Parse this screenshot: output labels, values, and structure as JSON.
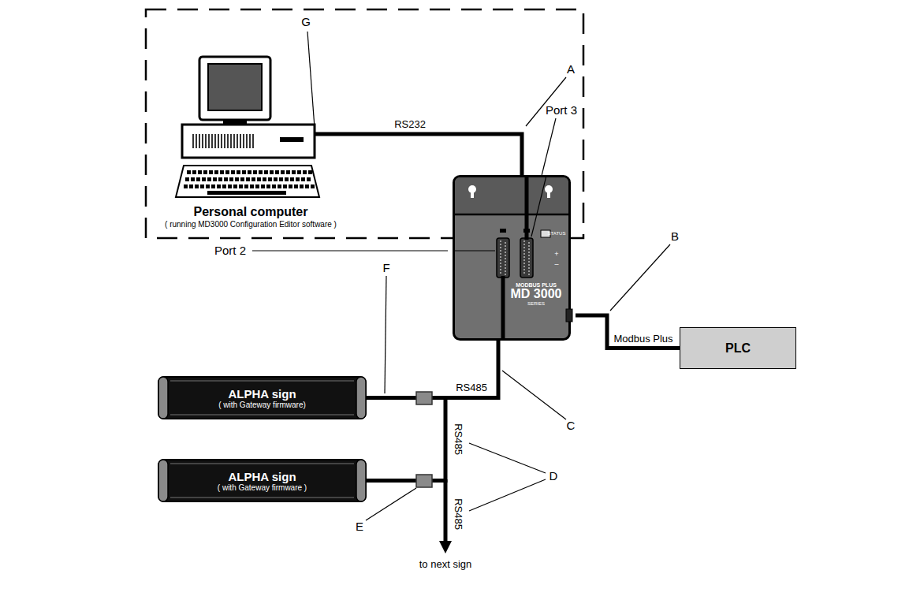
{
  "diagram": {
    "nodes": [
      {
        "text": [
          "Personal computer",
          "( running MD3000 Configuration Editor software )"
        ]
      },
      {
        "text": [
          "MODBUS PLUS",
          "MD 3000",
          "SERIES"
        ]
      },
      {
        "text": [
          "PLC"
        ]
      },
      {
        "text": [
          "ALPHA sign",
          "( with Gateway firmware)"
        ]
      },
      {
        "text": [
          "ALPHA sign",
          "( with Gateway firmware )"
        ]
      }
    ],
    "edges": [
      {
        "from": 0,
        "to": 1,
        "label": "RS232",
        "arrow": "none"
      },
      {
        "from": 1,
        "to": 2,
        "label": "Modbus Plus",
        "arrow": "none"
      },
      {
        "from": 1,
        "to": 3,
        "label": "RS485",
        "arrow": "none"
      },
      {
        "from": 3,
        "to": 4,
        "label": "RS485",
        "arrow": "none"
      }
    ],
    "labels": [
      "G",
      "A",
      "Port 3",
      "Port 2",
      "STATUS",
      "+",
      "–",
      "B",
      "F",
      "C",
      "RS485",
      "D",
      "E",
      "to next sign"
    ]
  }
}
